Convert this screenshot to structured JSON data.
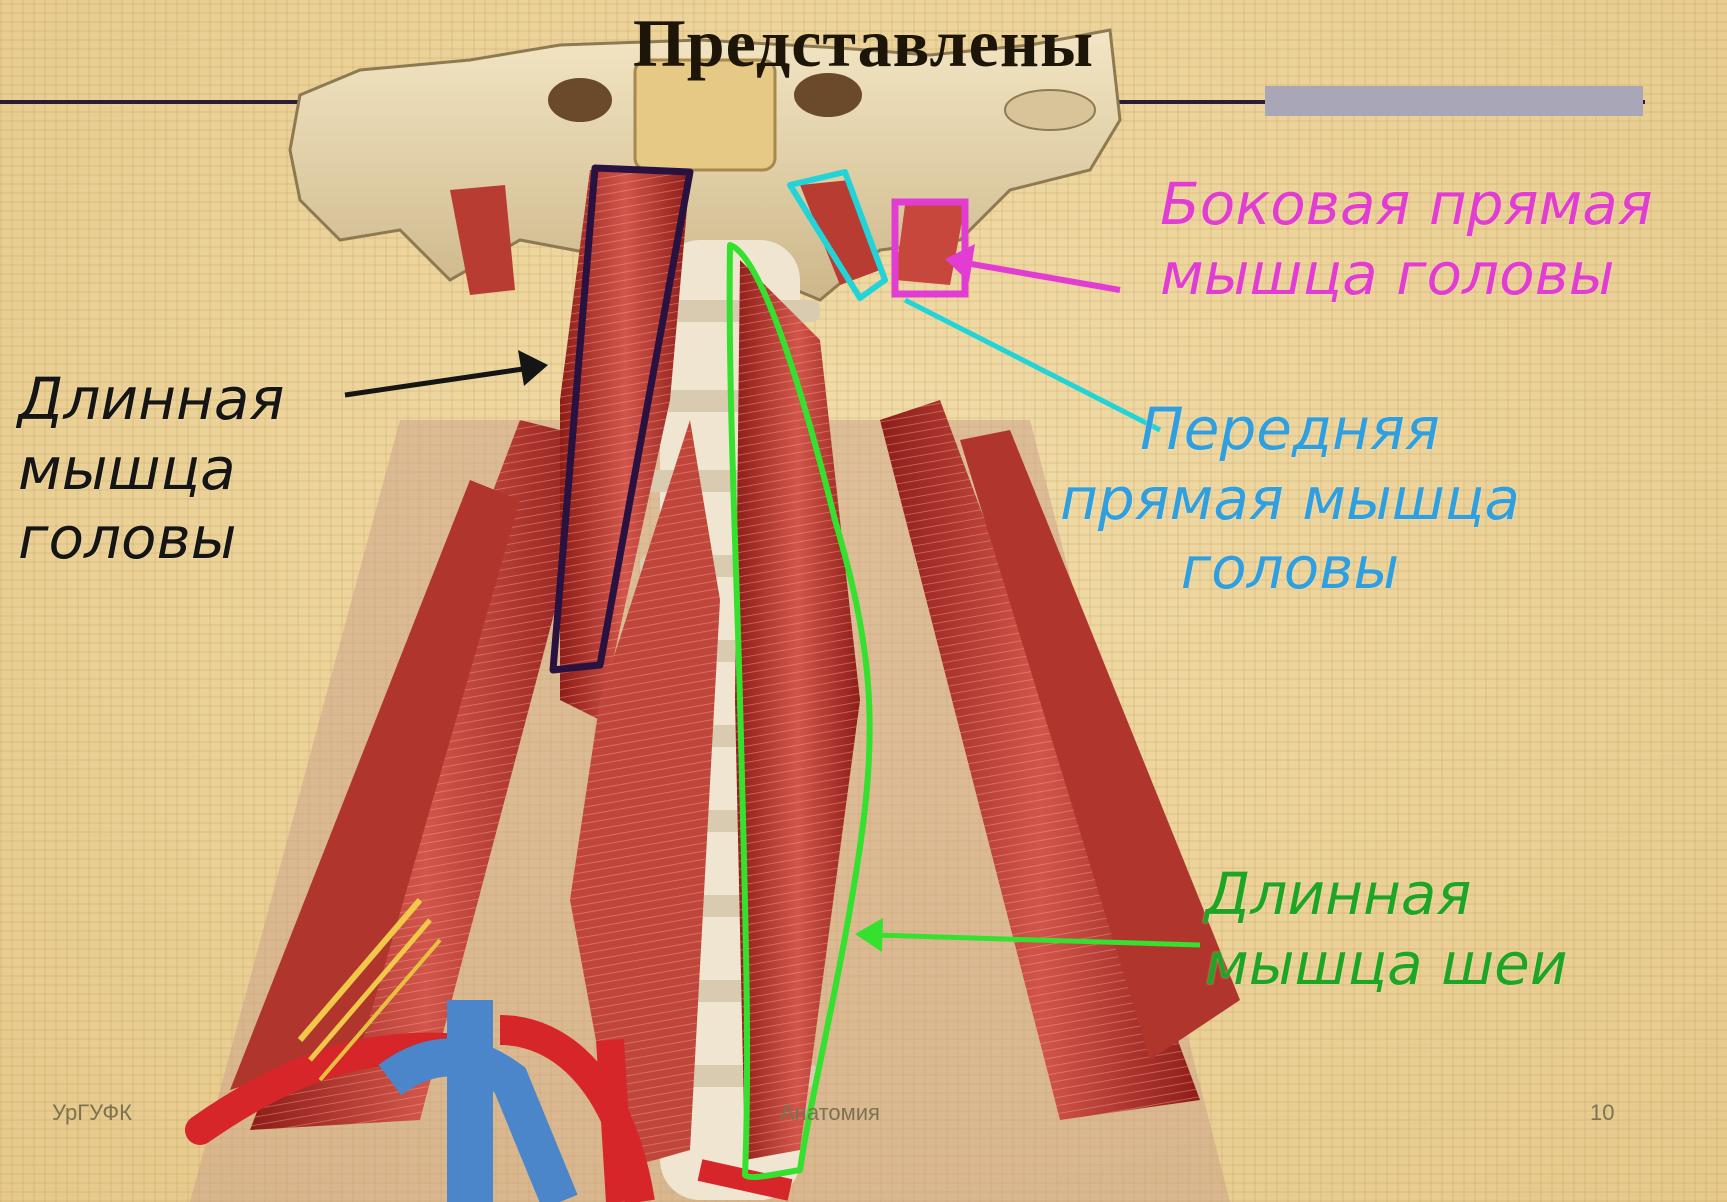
{
  "slide": {
    "title": "Представлены"
  },
  "labels": {
    "rectus_capitis_lateralis": {
      "lines": [
        "Боковая прямая",
        "мышца головы"
      ],
      "color": "#e23dd2"
    },
    "longus_capitis": {
      "lines": [
        "Длинная",
        "мышца",
        "головы"
      ],
      "color": "#151515"
    },
    "rectus_capitis_anterior": {
      "lines": [
        "Передняя",
        "прямая мышца",
        "головы"
      ],
      "color": "#2f9fdf"
    },
    "longus_colli": {
      "lines": [
        "Длинная",
        "мышца шеи"
      ],
      "color": "#1fa526"
    }
  },
  "outline_colors": {
    "longus_capitis": "#2a1240",
    "rectus_capitis_anterior": "#22d3d8",
    "rectus_capitis_lateralis": "#e23dd2",
    "longus_colli": "#35e02f"
  },
  "footer": {
    "left": "УрГУФК",
    "center": "Анатомия",
    "page_number": "10"
  }
}
